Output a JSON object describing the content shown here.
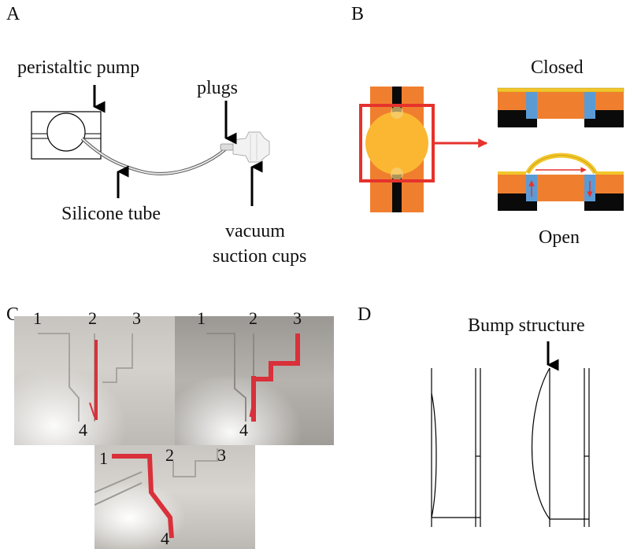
{
  "panels": {
    "a": {
      "letter": "A",
      "labels": {
        "pump": "peristaltic pump",
        "plugs": "plugs",
        "tube": "Silicone tube",
        "cups_line1": "vacuum",
        "cups_line2": "suction cups"
      }
    },
    "b": {
      "letter": "B",
      "labels": {
        "closed": "Closed",
        "open": "Open"
      }
    },
    "c": {
      "letter": "C",
      "chip_numbers": {
        "top_left": [
          "1",
          "2",
          "3",
          "4"
        ],
        "top_right": [
          "1",
          "2",
          "3",
          "4"
        ],
        "bottom": [
          "1",
          "2",
          "3",
          "4"
        ]
      }
    },
    "d": {
      "letter": "D",
      "labels": {
        "bump": "Bump structure"
      }
    }
  },
  "colors": {
    "orange": "#ef7f2f",
    "yellow_disc": "#fbb731",
    "yellow_film": "#f2c62a",
    "blue": "#5b9bd5",
    "red": "#e5322c",
    "black": "#0a0a0a",
    "dye": "#d9303a"
  }
}
